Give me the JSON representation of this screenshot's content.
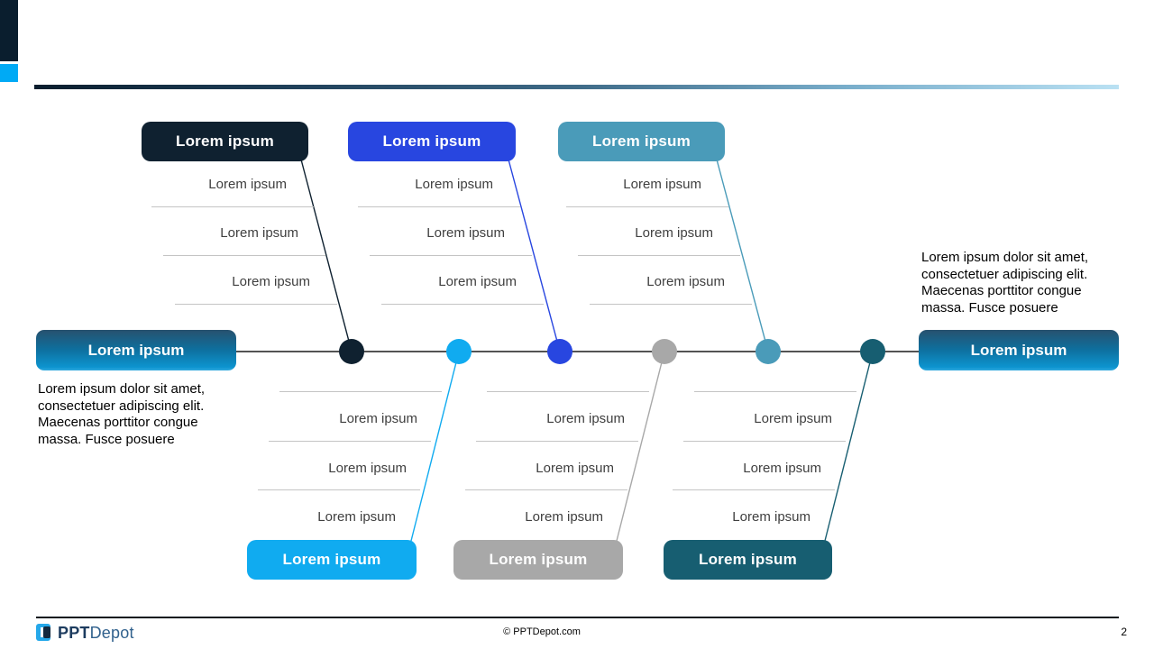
{
  "slide": {
    "page_number": "2",
    "copyright": "© PPTDepot.com"
  },
  "brand": {
    "name_bold": "PPT",
    "name_light": "Depot"
  },
  "colors": {
    "accent_dark_navy": "#0a1e2e",
    "accent_bright_blue": "#00aaf5",
    "spine": "#1a1a1a",
    "underline_gray": "#c4c4c4",
    "terminal_blue_mid": "#0e6f9e"
  },
  "fishbone": {
    "left_terminal": {
      "label": "Lorem ipsum",
      "description": "Lorem ipsum dolor sit amet, consectetuer adipiscing elit. Maecenas porttitor congue massa. Fusce posuere"
    },
    "right_terminal": {
      "label": "Lorem ipsum",
      "description": "Lorem ipsum dolor sit amet, consectetuer adipiscing elit. Maecenas porttitor congue massa. Fusce posuere"
    },
    "top_branches": [
      {
        "label": "Lorem ipsum",
        "color": "#0f2130",
        "items": [
          "Lorem ipsum",
          "Lorem ipsum",
          "Lorem ipsum"
        ]
      },
      {
        "label": "Lorem ipsum",
        "color": "#2846e0",
        "items": [
          "Lorem ipsum",
          "Lorem ipsum",
          "Lorem ipsum"
        ]
      },
      {
        "label": "Lorem ipsum",
        "color": "#4a9bb9",
        "items": [
          "Lorem ipsum",
          "Lorem ipsum",
          "Lorem ipsum"
        ]
      }
    ],
    "bottom_branches": [
      {
        "label": "Lorem ipsum",
        "color": "#10abf0",
        "items": [
          "Lorem ipsum",
          "Lorem ipsum",
          "Lorem ipsum"
        ]
      },
      {
        "label": "Lorem ipsum",
        "color": "#a8a8a8",
        "items": [
          "Lorem ipsum",
          "Lorem ipsum",
          "Lorem ipsum"
        ]
      },
      {
        "label": "Lorem ipsum",
        "color": "#175e71",
        "items": [
          "Lorem ipsum",
          "Lorem ipsum",
          "Lorem ipsum"
        ]
      }
    ]
  }
}
